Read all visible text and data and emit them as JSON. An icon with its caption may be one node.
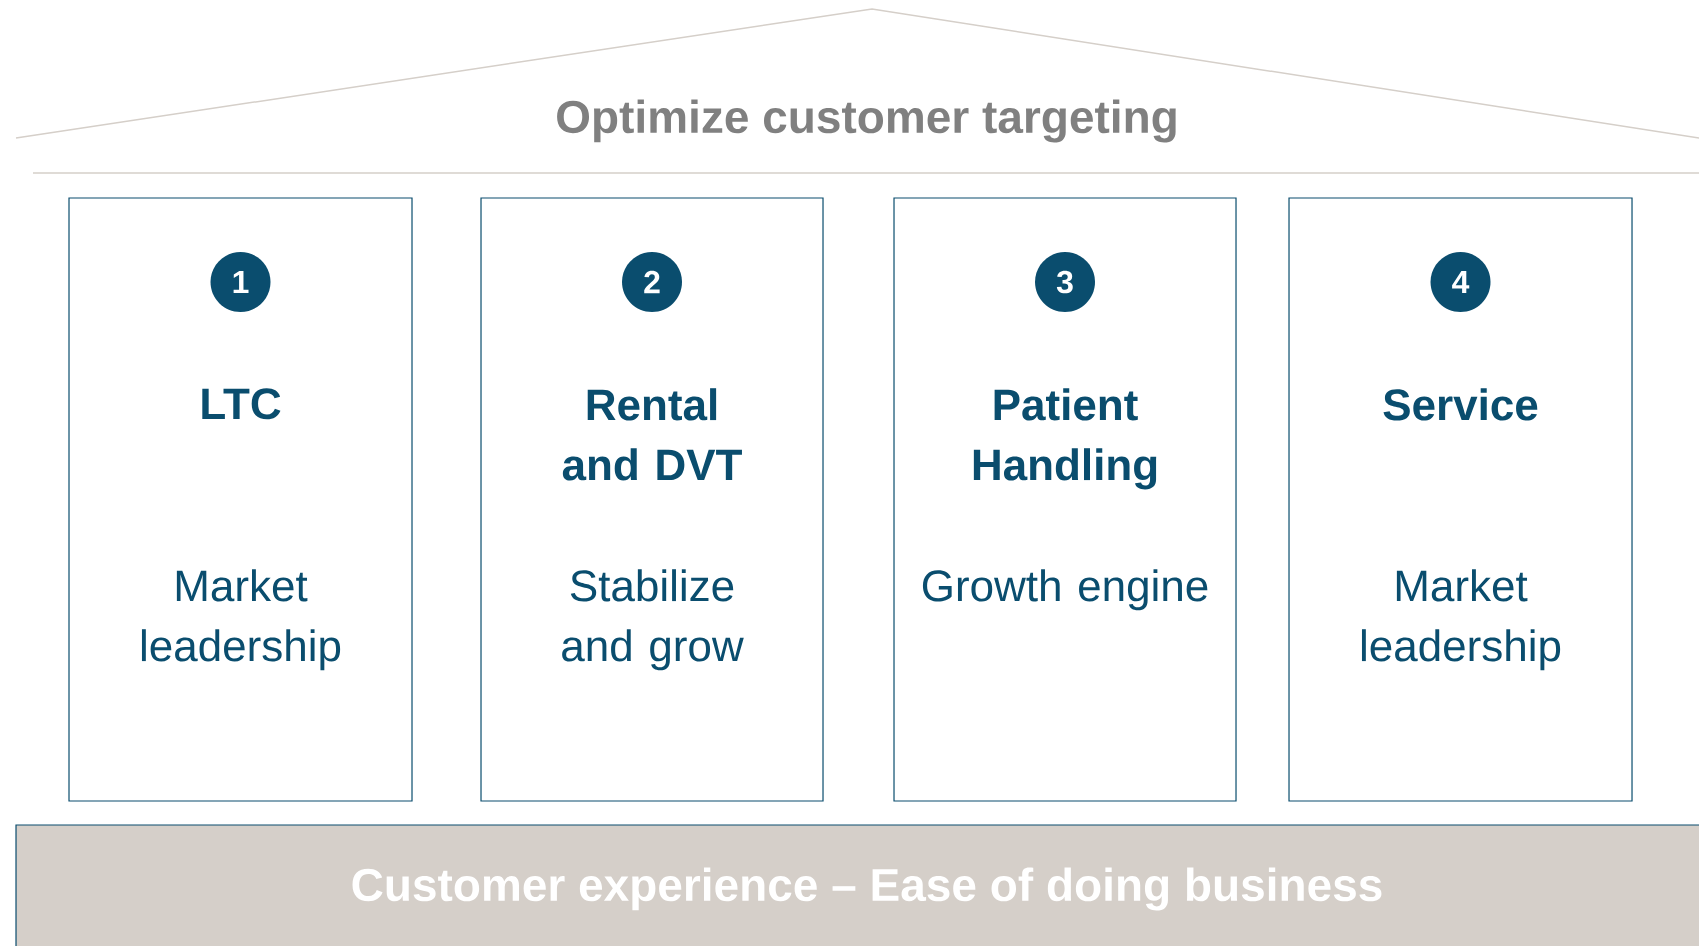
{
  "diagram": {
    "nodes": [
      {
        "text": [
          "Optimize customer targeting"
        ]
      },
      {
        "text": [
          "LTC",
          "Market leadership"
        ]
      },
      {
        "text": [
          "1"
        ],
        "in": 1
      },
      {
        "text": [
          "Rental and DVT",
          "Stabilize and grow"
        ]
      },
      {
        "text": [
          "2"
        ],
        "in": 3
      },
      {
        "text": [
          "Patient Handling",
          "Growth engine"
        ]
      },
      {
        "text": [
          "3"
        ],
        "in": 5
      },
      {
        "text": [
          "Service",
          "Market leadership"
        ]
      },
      {
        "text": [
          "4"
        ],
        "in": 7
      },
      {
        "text": [
          "Customer experience – Ease of doing business"
        ]
      }
    ]
  }
}
